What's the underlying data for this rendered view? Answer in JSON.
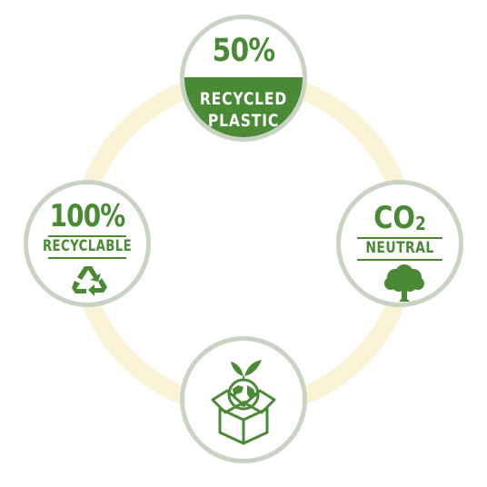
{
  "colors": {
    "ring": "#fbf3d6",
    "badge_border": "#c8d3c4",
    "green": "#4a8a34",
    "white": "#ffffff"
  },
  "badges": {
    "top": {
      "percent": "50%",
      "line1": "RECYCLED",
      "line2": "PLASTIC"
    },
    "left": {
      "percent": "100%",
      "word": "RECYCLABLE",
      "icon": "recycle-icon"
    },
    "right": {
      "co": "CO",
      "sub": "2",
      "word": "NEUTRAL",
      "icon": "tree-icon"
    },
    "bottom": {
      "icon": "globe-in-box-icon"
    }
  }
}
